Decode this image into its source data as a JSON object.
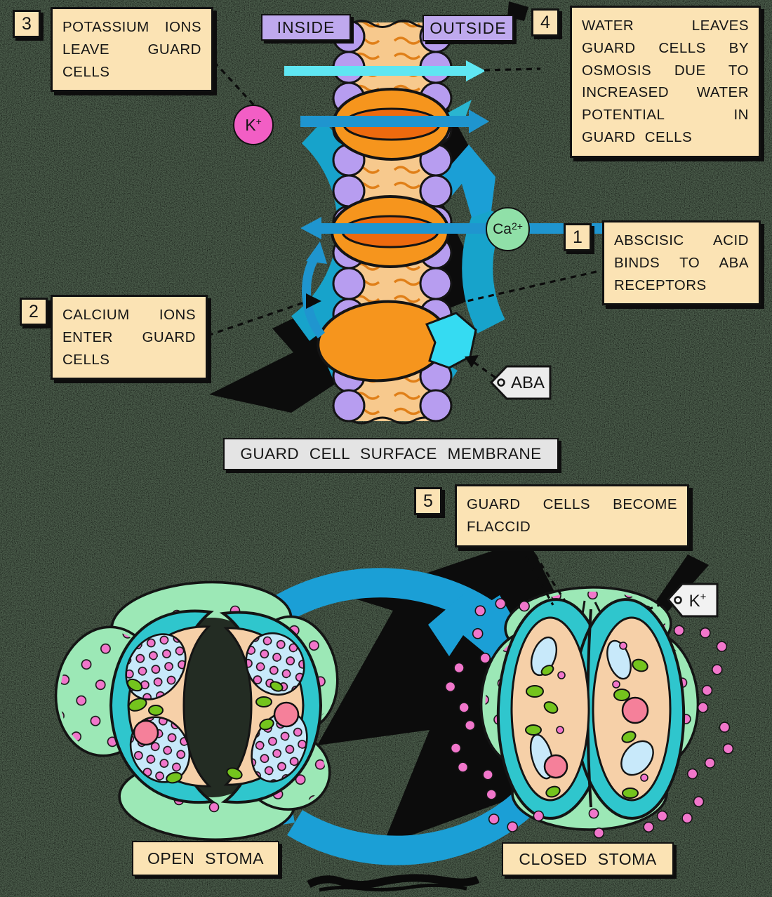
{
  "diagram": {
    "membrane_section": {
      "inside_label": "INSIDE",
      "outside_label": "OUTSIDE",
      "caption": "GUARD CELL SURFACE MEMBRANE",
      "aba_tag": "ABA"
    },
    "ions": {
      "potassium": {
        "symbol": "K",
        "charge": "+"
      },
      "calcium": {
        "symbol": "Ca",
        "charge": "2+"
      },
      "potassium_tag": {
        "symbol": "K",
        "charge": "+"
      }
    },
    "steps": [
      {
        "number": "1",
        "text": "ABSCISIC ACID BINDS TO ABA RECEPTORS"
      },
      {
        "number": "2",
        "text": "CALCIUM IONS ENTER GUARD CELLS"
      },
      {
        "number": "3",
        "text": "POTASSIUM IONS LEAVE GUARD CELLS"
      },
      {
        "number": "4",
        "text": "WATER LEAVES GUARD CELLS BY OSMOSIS DUE TO INCREASED WATER POTENTIAL IN GUARD CELLS"
      },
      {
        "number": "5",
        "text": "GUARD CELLS BECOME FLACCID"
      }
    ],
    "stomata_section": {
      "open_label": "OPEN STOMA",
      "closed_label": "CLOSED STOMA"
    },
    "colors": {
      "background_green": "#4c5e4c",
      "box_cream": "#fbe3b4",
      "label_purple": "#bfa9ee",
      "label_grey": "#e4e4e4",
      "potassium_pink": "#f25ec5",
      "calcium_green": "#90e0a8",
      "arrow_cyan": "#5fe6f2",
      "arrow_blue": "#1f95cf",
      "cycle_blue": "#1b9fd6",
      "membrane_head_purple": "#b79df0",
      "membrane_tail_peach": "#f7c98d",
      "protein_orange": "#f6951d",
      "aba_cyan": "#35dbf2",
      "cell_mint": "#9ce8b6",
      "guard_wall_teal": "#2fc6cd",
      "cytoplasm_peach": "#f6d0a8",
      "vacuole_blue": "#c8e9fa",
      "ion_dot_pink": "#f176cb",
      "chloroplast_green": "#74c41d",
      "nucleus_pink": "#f5809a"
    }
  }
}
